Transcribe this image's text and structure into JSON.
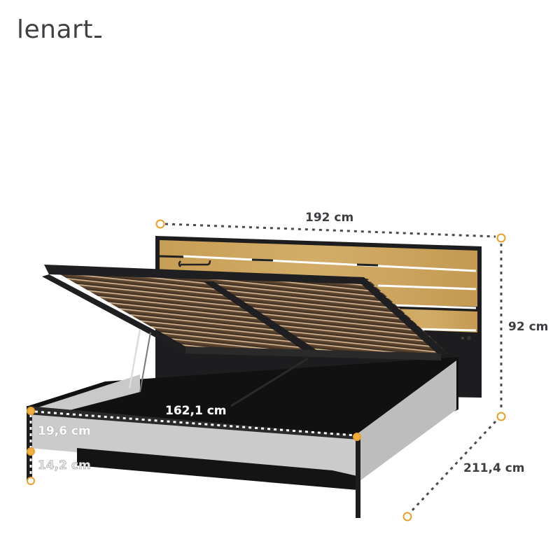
{
  "brand": {
    "name": "lenart",
    "accent_color": "#e8a02a",
    "text_color": "#3d3e42"
  },
  "product": {
    "type": "double bed with lift-up storage",
    "headboard": "oak slats with black frame",
    "frame_colors": {
      "frame": "#1b1b1d",
      "side_panel": "#c8c8c8",
      "oak": "#c9a25c"
    }
  },
  "dimensions": {
    "width": "192 cm",
    "height": "92 cm",
    "length": "211,4 cm",
    "mattress_width": "162,1 cm",
    "frame_height": "19,6 cm",
    "clearance": "14,2 cm"
  },
  "marker_color": "#e8a02a",
  "dimension_line_color": "#4a4b50"
}
